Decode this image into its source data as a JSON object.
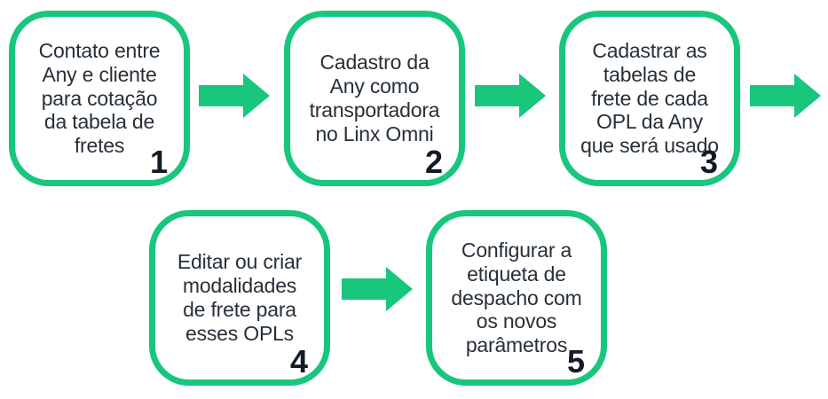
{
  "colors": {
    "accent_green": "#18C67C",
    "box_background": "#FFFFFF",
    "background": "#FFFFFF",
    "text": "#273039",
    "number": "#151B25"
  },
  "arrow_icon": "arrow-right",
  "steps": [
    {
      "number": "1",
      "text": "Contato entre\nAny e cliente\npara cotação\nda tabela de\nfretes"
    },
    {
      "number": "2",
      "text": "Cadastro da\nAny como\ntransportadora\nno Linx Omni"
    },
    {
      "number": "3",
      "text": "Cadastrar as\ntabelas de\nfrete de cada\nOPL da Any\nque será usado"
    },
    {
      "number": "4",
      "text": "Editar ou criar\nmodalidades\nde frete para\nesses OPLs"
    },
    {
      "number": "5",
      "text": "Configurar a\netiqueta de\ndespacho com\nos novos\nparâmetros"
    }
  ]
}
